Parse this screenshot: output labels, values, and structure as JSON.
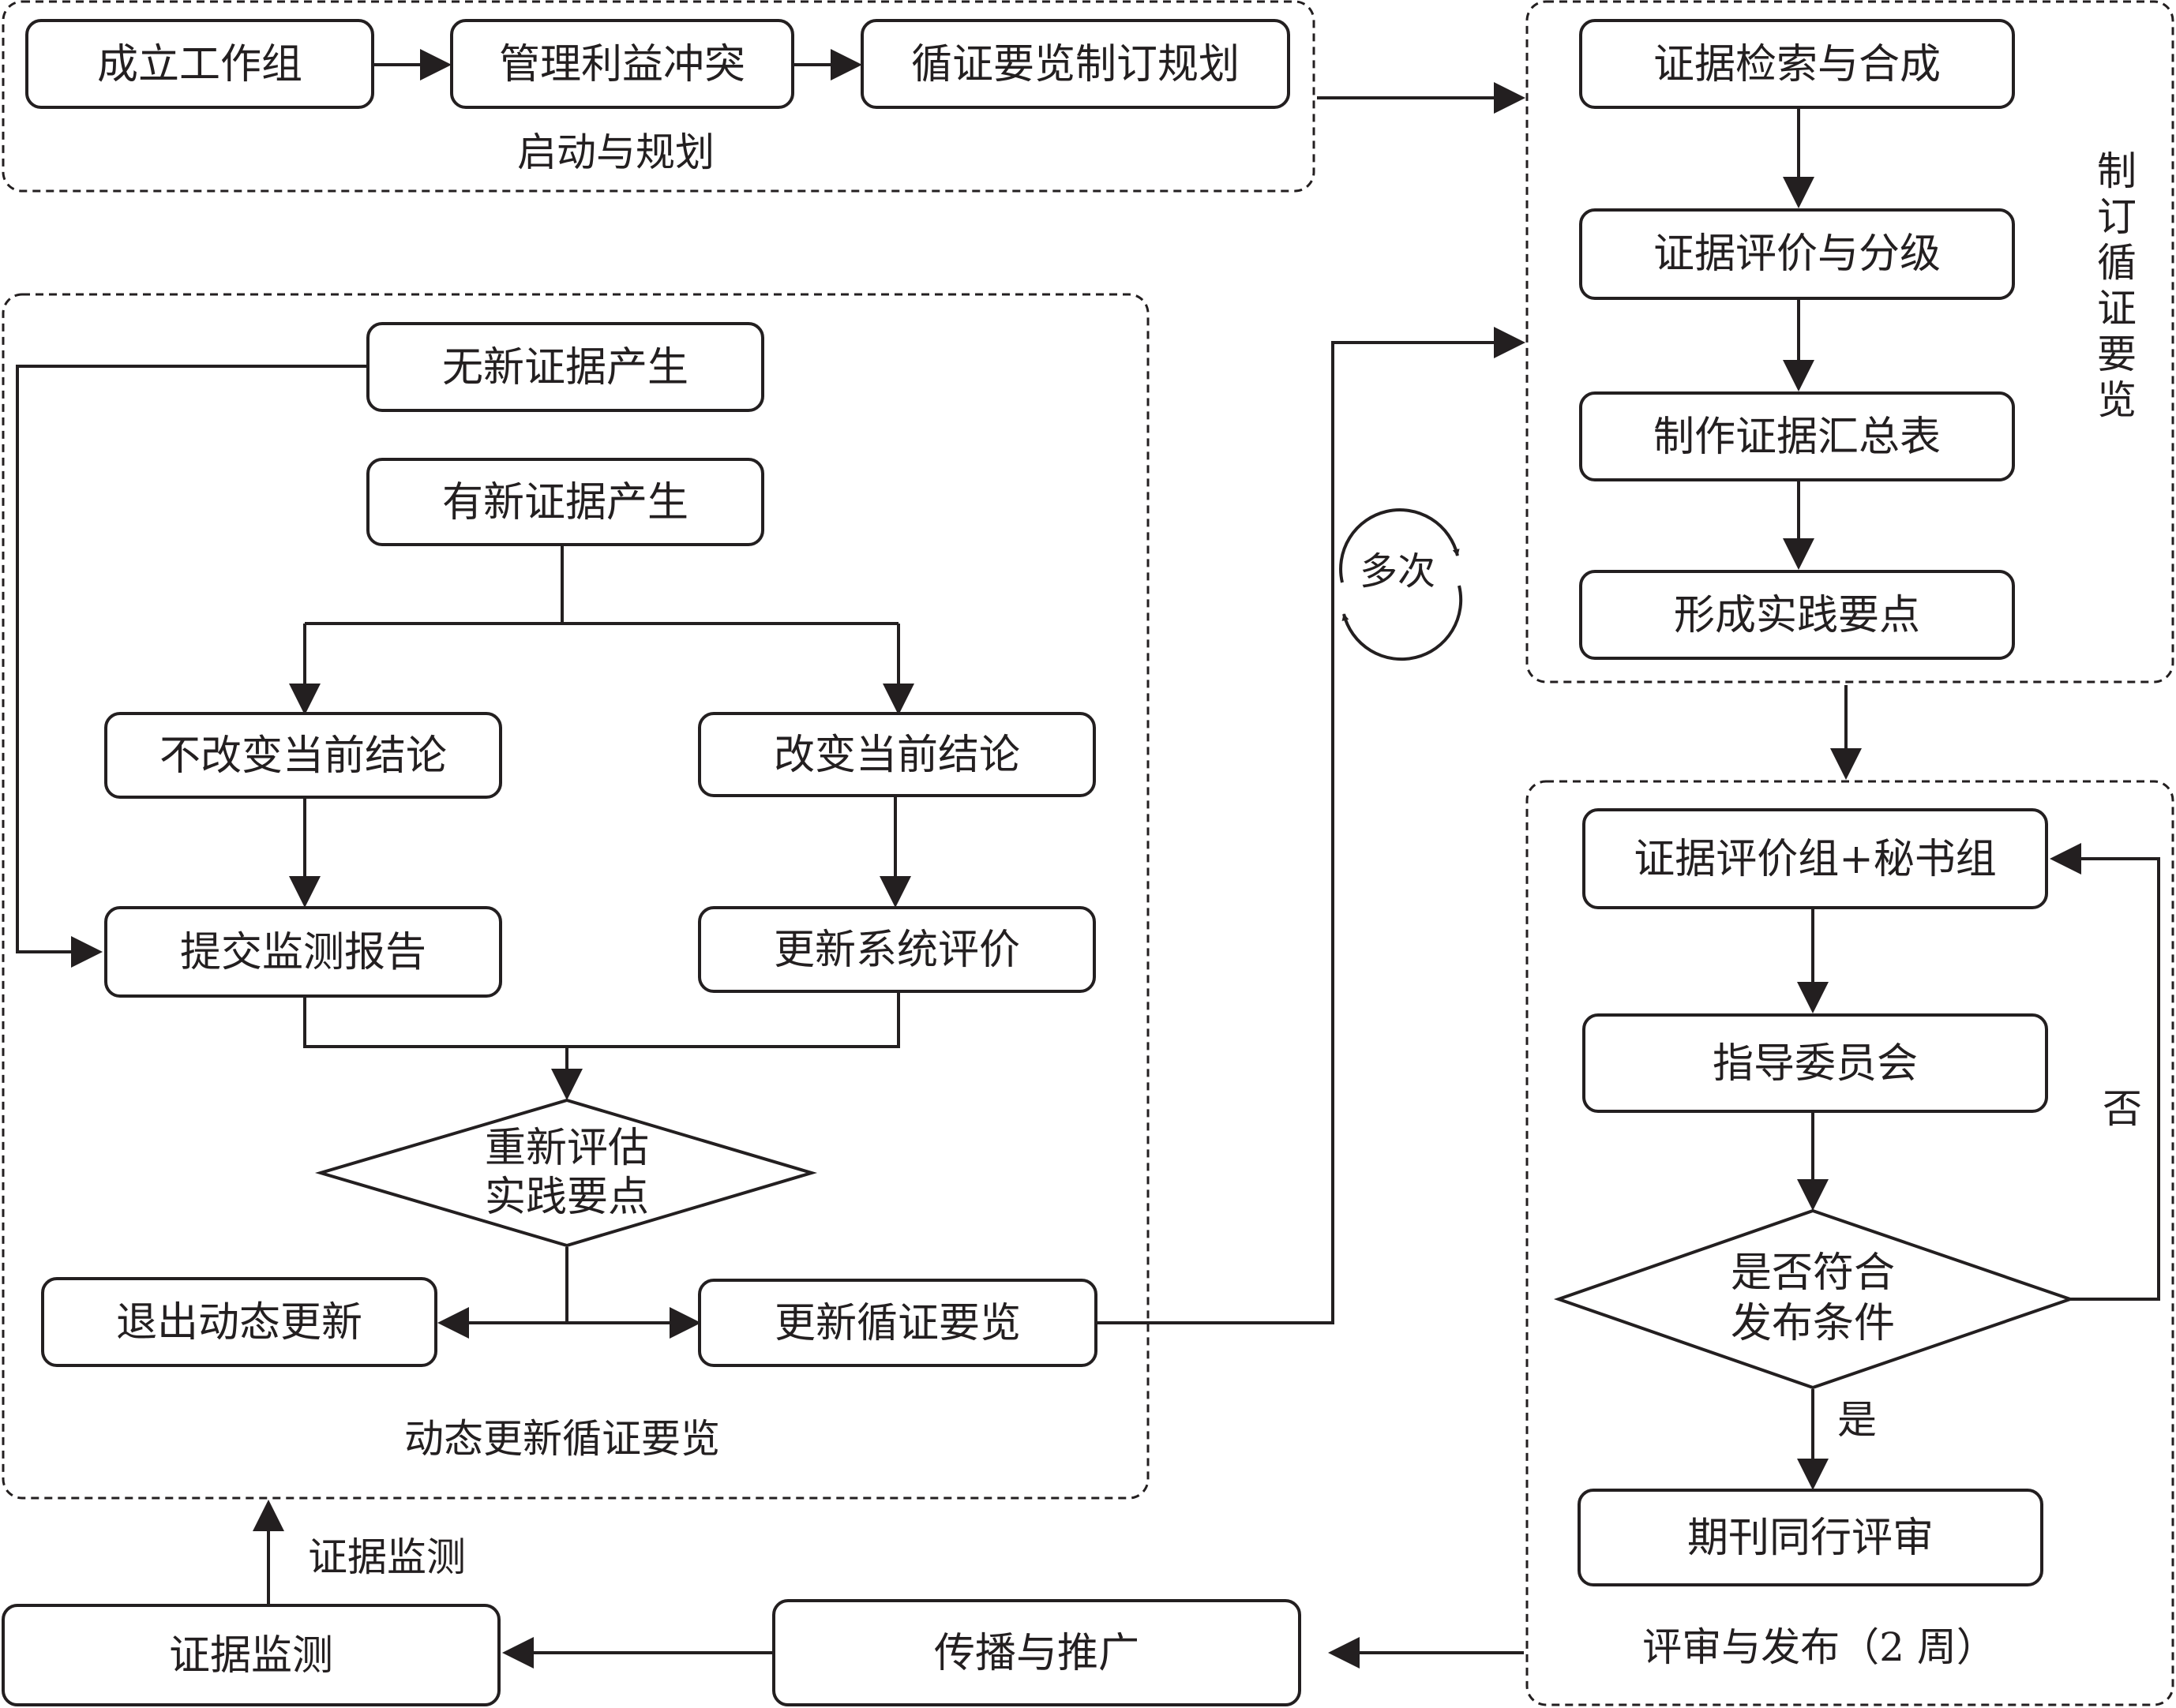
{
  "groups": {
    "planning": "启动与规划",
    "develop": "制订循证要览",
    "dynamic": "动态更新循证要览",
    "review": "评审与发布（2 周）"
  },
  "nodes": {
    "form_group": "成立工作组",
    "manage_coi": "管理利益冲突",
    "planning": "循证要览制订规划",
    "search": "证据检索与合成",
    "grade": "证据评价与分级",
    "summary_table": "制作证据汇总表",
    "practice_points": "形成实践要点",
    "no_new_evidence": "无新证据产生",
    "new_evidence": "有新证据产生",
    "no_change": "不改变当前结论",
    "change": "改变当前结论",
    "submit_report": "提交监测报告",
    "update_review": "更新系统评价",
    "reassess_line1": "重新评估",
    "reassess_line2": "实践要点",
    "exit_update": "退出动态更新",
    "update_guide": "更新循证要览",
    "eval_secretariat": "证据评价组+秘书组",
    "steering": "指导委员会",
    "criteria_line1": "是否符合",
    "criteria_line2": "发布条件",
    "peer_review": "期刊同行评审",
    "dissemination": "传播与推广",
    "monitoring": "证据监测"
  },
  "labels": {
    "yes": "是",
    "no": "否",
    "repeat": "多次",
    "monitoring_arrow": "证据监测"
  }
}
